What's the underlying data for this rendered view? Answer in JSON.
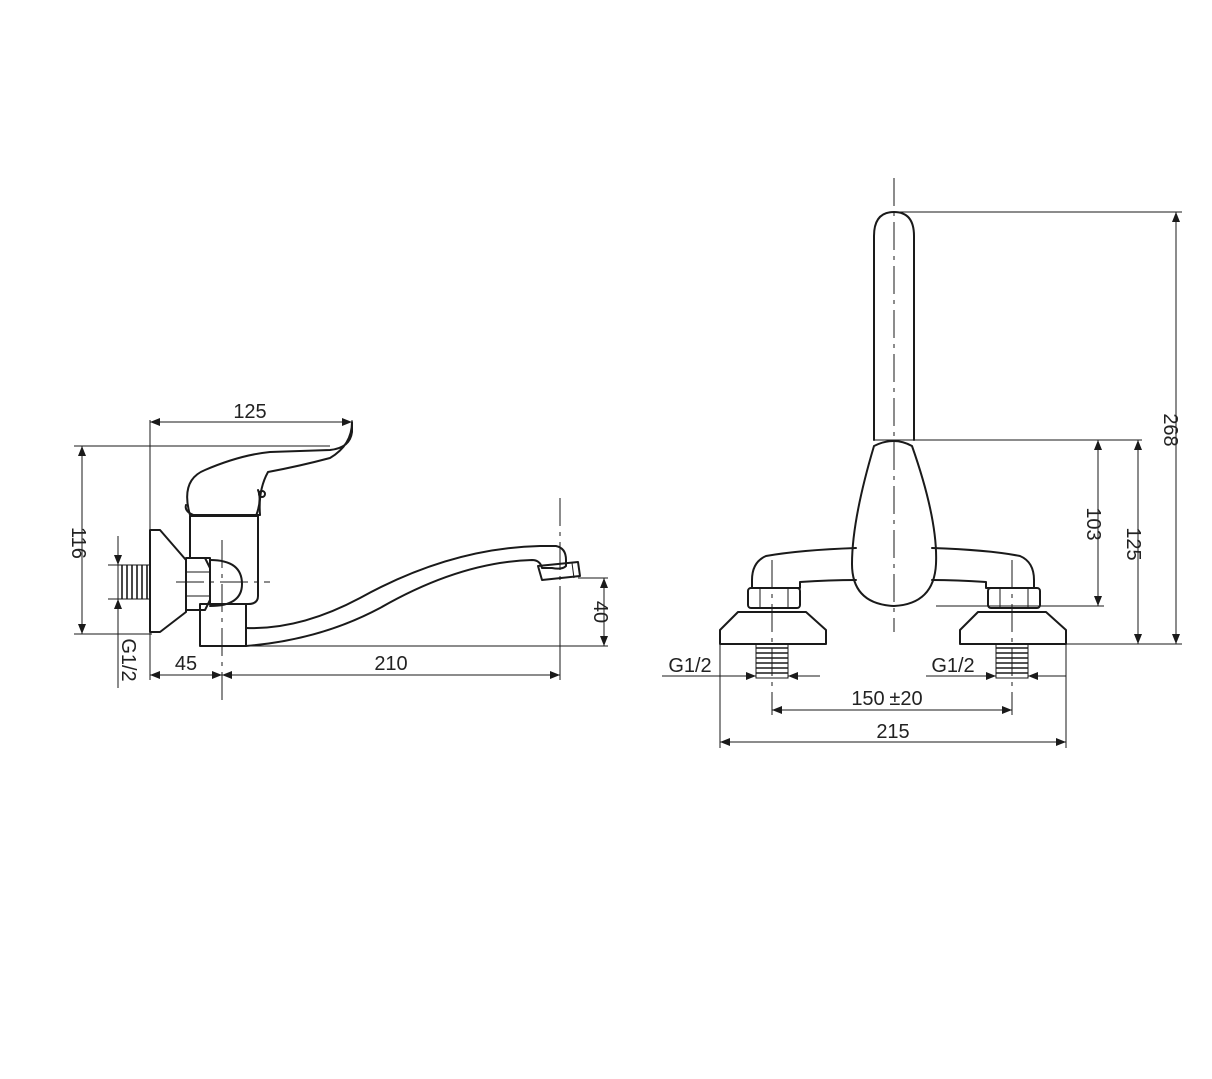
{
  "side_view": {
    "dim_lever_length": "125",
    "dim_total_height": "116",
    "dim_wall_offset": "45",
    "dim_spout_reach": "210",
    "dim_spout_height": "40",
    "thread_label": "G1/2"
  },
  "front_view": {
    "dim_total_height": "268",
    "dim_body_height_inner": "103",
    "dim_body_height_outer": "125",
    "dim_center_distance": "150",
    "dim_center_tolerance": "±20",
    "dim_total_width": "215",
    "thread_label_left": "G1/2",
    "thread_label_right": "G1/2"
  }
}
